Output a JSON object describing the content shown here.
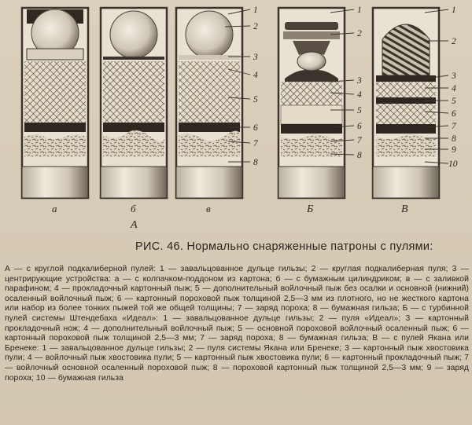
{
  "figure": {
    "caption": "РИС. 46. Нормально снаряженные патроны с пулями:",
    "cartridge_labels": [
      "а",
      "б",
      "в",
      "Б",
      "В"
    ],
    "group_label": "А",
    "callouts_left": [
      "1",
      "2",
      "3",
      "4",
      "5",
      "6",
      "7",
      "8"
    ],
    "callouts_b": [
      "1",
      "2",
      "3",
      "4",
      "5",
      "6",
      "7",
      "8"
    ],
    "callouts_v": [
      "1",
      "2",
      "3",
      "4",
      "5",
      "6",
      "7",
      "8",
      "9",
      "10"
    ]
  },
  "description": "А — с круглой подкалиберной пулей: 1 — завальцованное дульце гильзы; 2 — круглая подкалиберная пуля; 3 — центрирующие устройства: а — с колпачком-поддоном из картона; б — с бумажным цилиндриком; в — с заливкой парафином; 4 — прокладочный картонный пыж; 5 — дополнительный войлочный пыж без осалки и основной (нижний) осаленный войлочный пыж; 6 — картонный пороховой пыж толщиной 2,5—3 мм из плотного, но не жесткого картона или набор из более тонких пыжей той же общей толщины; 7 — заряд пороха; 8 — бумажная гильза; Б — с турбинной пулей системы Штендебаха «Идеал»: 1 — завальцованное дульце гильзы; 2 — пуля «Идеал»; 3 — картонный прокладочный нож; 4 — дополнительный войлочный пыж; 5 — основной пороховой войлочный осаленный пыж; 6 — картонный пороховой пыж толщиной 2,5—3 мм; 7 — заряд пороха; 8 — бумажная гильза; В — с пулей Якана или Бренеке: 1 — завальцованное дульце гильзы; 2 — пуля системы Якана или Бренеке; 3 — картонный пыж хвостовика пули; 4 — войлочный пыж хвостовика пули; 5 — картонный пыж хвостовика пули; 6 — картонный прокладочный пыж; 7 — войлочный основной осаленный пороховой пыж; 8 — пороховой картонный пыж толщиной 2,5—3 мм; 9 — заряд пороха; 10 — бумажная гильза"
}
